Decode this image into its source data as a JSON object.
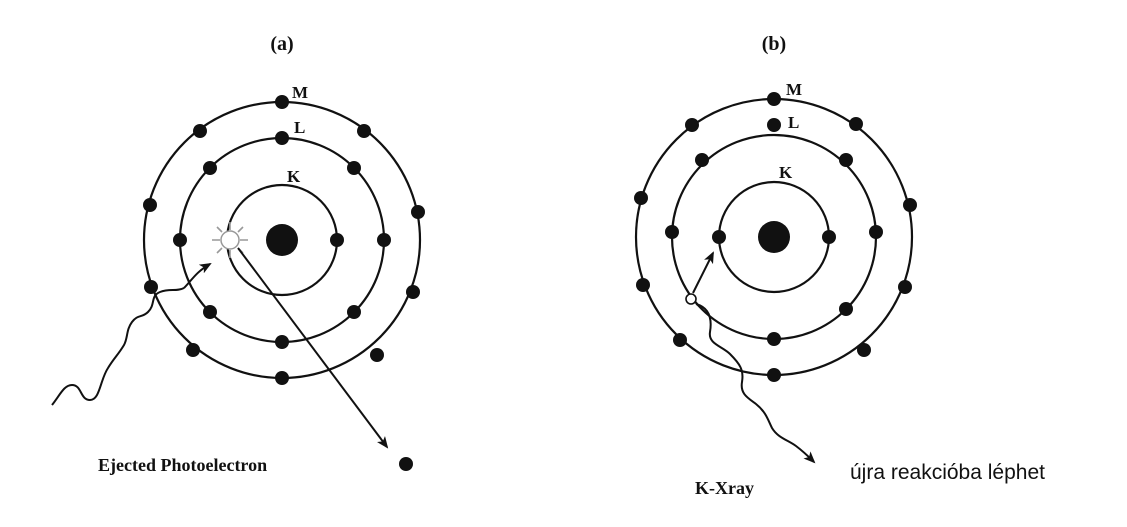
{
  "panel_a": {
    "label": "(a)",
    "shells": {
      "k": "K",
      "l": "L",
      "m": "M"
    },
    "caption": "Ejected Photoelectron"
  },
  "panel_b": {
    "label": "(b)",
    "shells": {
      "k": "K",
      "l": "L",
      "m": "M"
    },
    "caption": "K-Xray"
  },
  "note": "újra reakcióba léphet",
  "colors": {
    "ink": "#111111",
    "flash": "#999999",
    "background": "#ffffff"
  }
}
